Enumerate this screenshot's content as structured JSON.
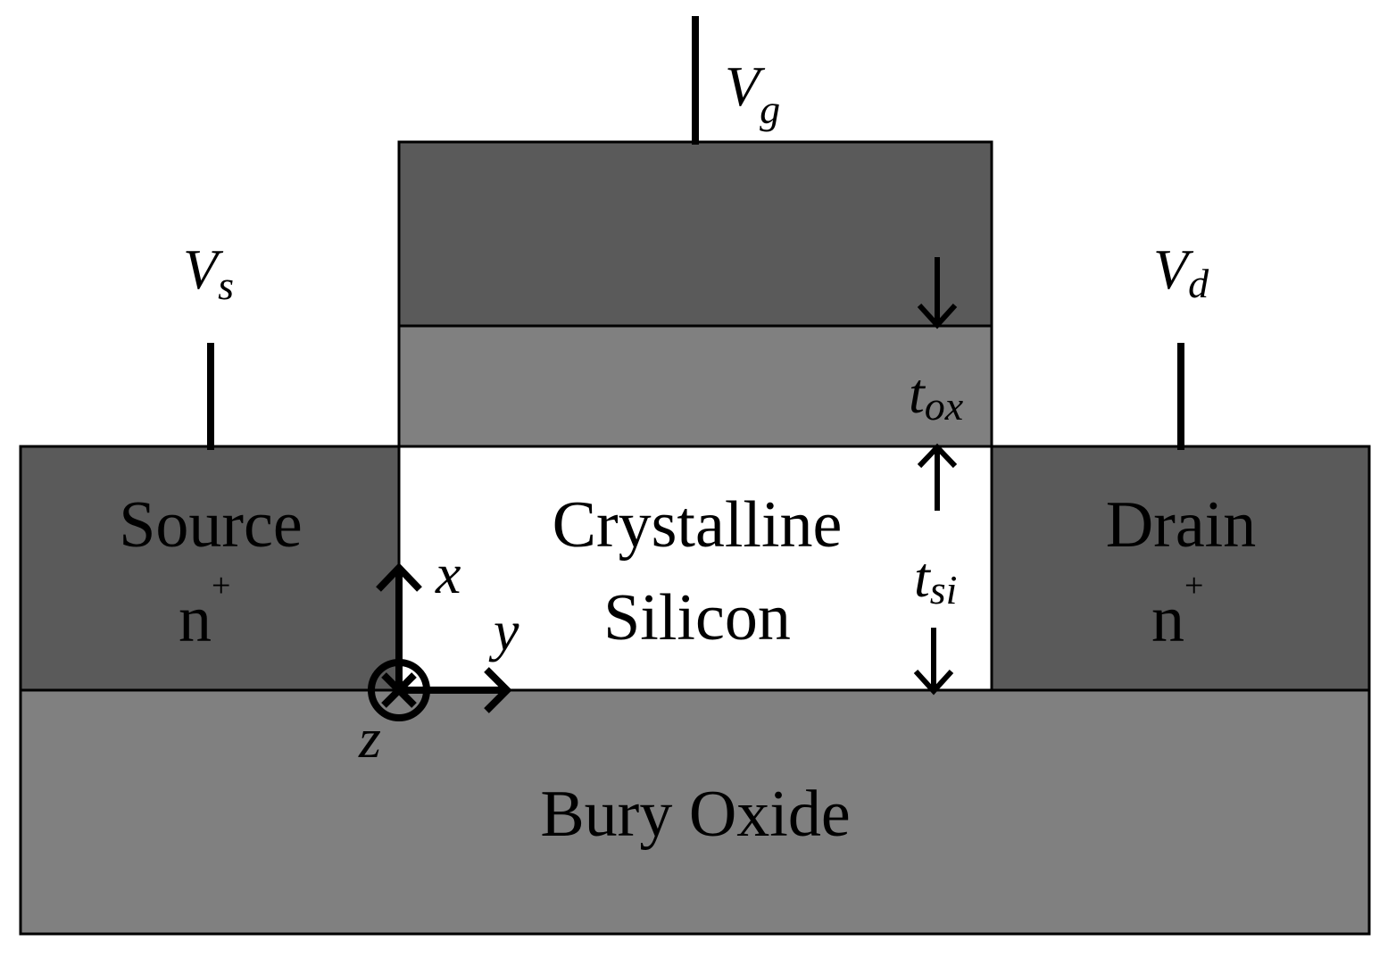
{
  "colors": {
    "gate": "#5a5a5a",
    "oxide": "#808080",
    "source_drain": "#5a5a5a",
    "silicon": "#ffffff",
    "bury_oxide": "#808080",
    "stroke": "#000000"
  },
  "terminals": {
    "gate": {
      "symbol": "V",
      "subscript": "g"
    },
    "source": {
      "symbol": "V",
      "subscript": "s"
    },
    "drain": {
      "symbol": "V",
      "subscript": "d"
    }
  },
  "regions": {
    "source": {
      "line1": "Source",
      "line2": "n",
      "superscript": "+"
    },
    "drain": {
      "line1": "Drain",
      "line2": "n",
      "superscript": "+"
    },
    "channel": {
      "line1": "Crystalline",
      "line2": "Silicon"
    },
    "bury_oxide": {
      "label": "Bury Oxide"
    }
  },
  "dimensions": {
    "oxide_thickness": {
      "symbol": "t",
      "subscript": "ox"
    },
    "silicon_thickness": {
      "symbol": "t",
      "subscript": "si"
    }
  },
  "axes": {
    "x": "x",
    "y": "y",
    "z": "z"
  }
}
